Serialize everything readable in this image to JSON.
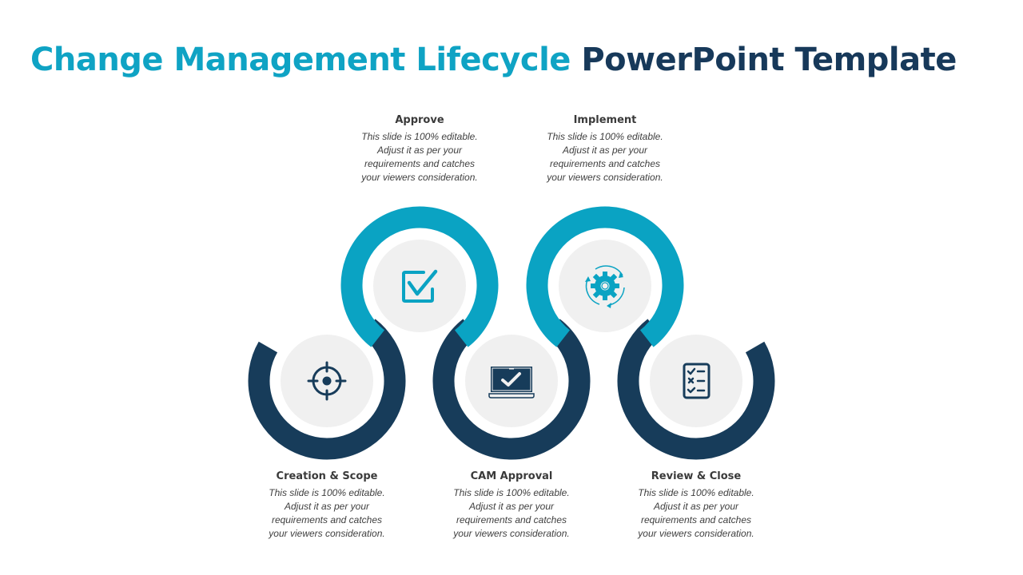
{
  "slide": {
    "title_part1": "Change Management Lifecycle",
    "title_part2": "PowerPoint Template"
  },
  "colors": {
    "accent_teal": "#0aa3c3",
    "accent_navy": "#173c5a",
    "circle_fill": "#f0f0f0",
    "text": "#404040"
  },
  "steps": [
    {
      "title": "Creation & Scope",
      "description": "This slide is 100% editable. Adjust it as per your requirements and catches your viewers consideration.",
      "icon": "target-icon",
      "ring_color": "navy",
      "position": "bottom"
    },
    {
      "title": "Approve",
      "description": "This slide is 100% editable. Adjust it as per your requirements and catches your viewers consideration.",
      "icon": "checkbox-icon",
      "ring_color": "teal",
      "position": "top"
    },
    {
      "title": "CAM Approval",
      "description": "This slide is 100% editable. Adjust it as per your requirements and catches your viewers consideration.",
      "icon": "laptop-check-icon",
      "ring_color": "navy",
      "position": "bottom"
    },
    {
      "title": "Implement",
      "description": "This slide is 100% editable. Adjust it as per your requirements and catches your viewers consideration.",
      "icon": "gear-cycle-icon",
      "ring_color": "teal",
      "position": "top"
    },
    {
      "title": "Review & Close",
      "description": "This slide is 100% editable. Adjust it as per your requirements and catches your viewers consideration.",
      "icon": "checklist-icon",
      "ring_color": "navy",
      "position": "bottom"
    }
  ]
}
